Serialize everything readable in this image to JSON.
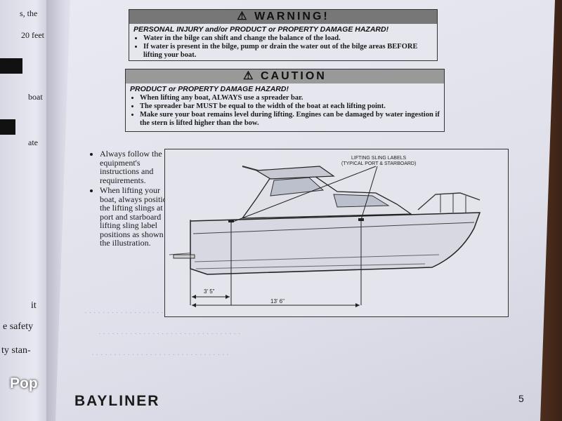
{
  "left_page": {
    "fragments": [
      "s, the",
      "20 feet",
      "boat",
      "ate",
      "it",
      "e safety",
      "ty stan-"
    ]
  },
  "warning": {
    "title": "WARNING!",
    "subtitle": "PERSONAL INJURY and/or PRODUCT or PROPERTY DAMAGE HAZARD!",
    "items": [
      "Water in the bilge can shift and change the balance of the load.",
      "If water is present in the bilge, pump or drain the water out of the bilge areas BEFORE lifting your boat."
    ]
  },
  "caution": {
    "title": "CAUTION",
    "subtitle": "PRODUCT or PROPERTY DAMAGE HAZARD!",
    "items": [
      "When lifting any boat, ALWAYS use a spreader bar.",
      "The spreader bar MUST be equal to the width of the boat at each lifting point.",
      "Make sure your boat remains level during lifting. Engines can be damaged by water ingestion if the stern is lifted higher than the bow."
    ]
  },
  "instructions": [
    "Always follow the lift equipment's instructions and requirements.",
    "When lifting your boat, always position the lifting slings at the port and starboard lifting sling label positions as shown in the illustration."
  ],
  "illustration": {
    "label_line1": "LIFTING SLING LABELS",
    "label_line2": "(TYPICAL PORT & STARBOARD)",
    "dim_short": "3' 5\"",
    "dim_long": "13' 6\""
  },
  "footer": {
    "brand": "BAYLINER",
    "page_number": "5"
  },
  "watermark": "Pop",
  "icons": [
    "warning-triangle-icon",
    "boat-illustration"
  ]
}
